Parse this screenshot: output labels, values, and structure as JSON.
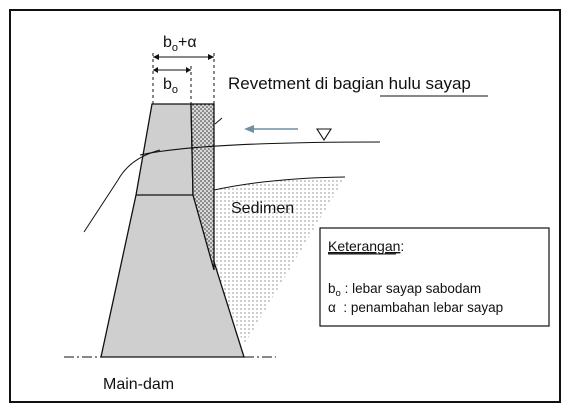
{
  "labels": {
    "top_width_base": "b",
    "top_width_sub": "o",
    "top_width_suffix": "+α",
    "inner_width_base": "b",
    "inner_width_sub": "o",
    "revetment": "Revetment di bagian hulu sayap",
    "sediment": "Sedimen",
    "main_dam": "Main-dam"
  },
  "legend": {
    "title": "Keterangan",
    "title_suffix": ":",
    "line1_base": "b",
    "line1_sub": "o",
    "line1_text": " : lebar sayap sabodam",
    "line2_symbol": "α",
    "line2_text": "  : penambahan lebar sayap"
  },
  "colors": {
    "dam_fill": "#cfcfcf",
    "water_arrow": "#6f8fa6",
    "outline": "#111111"
  }
}
